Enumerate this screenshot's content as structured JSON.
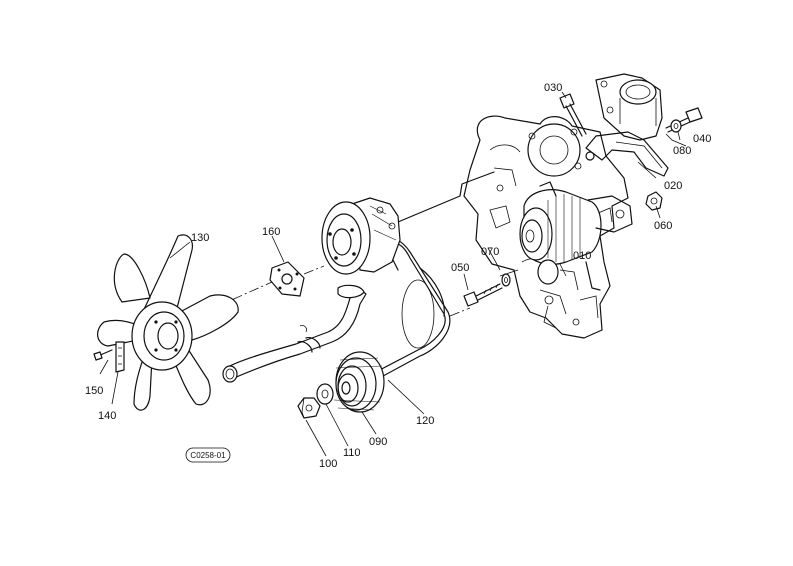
{
  "diagram": {
    "drawing_code": "C0258-01",
    "parts": [
      {
        "id": "p010",
        "label": "010"
      },
      {
        "id": "p020",
        "label": "020"
      },
      {
        "id": "p030",
        "label": "030"
      },
      {
        "id": "p040",
        "label": "040"
      },
      {
        "id": "p050",
        "label": "050"
      },
      {
        "id": "p060",
        "label": "060"
      },
      {
        "id": "p070",
        "label": "070"
      },
      {
        "id": "p080",
        "label": "080"
      },
      {
        "id": "p090",
        "label": "090"
      },
      {
        "id": "p100",
        "label": "100"
      },
      {
        "id": "p110",
        "label": "110"
      },
      {
        "id": "p120",
        "label": "120"
      },
      {
        "id": "p130",
        "label": "130"
      },
      {
        "id": "p140",
        "label": "140"
      },
      {
        "id": "p150",
        "label": "150"
      },
      {
        "id": "p160",
        "label": "160"
      }
    ]
  }
}
